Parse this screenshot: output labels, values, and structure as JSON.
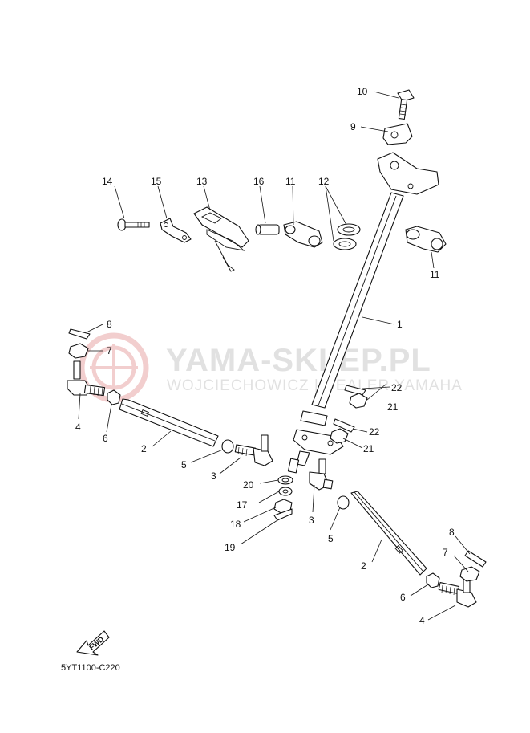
{
  "watermark": {
    "title": "YAMA-SKLEP.PL",
    "subtitle": "WOJCIECHOWICZ | DEALER YAMAHA",
    "logo_color": "#e8a7a7"
  },
  "diagram_code": "5YT1100-C220",
  "fwd_label": "FWD",
  "callouts": {
    "c1": "1",
    "c2a": "2",
    "c2b": "2",
    "c3a": "3",
    "c3b": "3",
    "c4a": "4",
    "c4b": "4",
    "c5a": "5",
    "c5b": "5",
    "c6a": "6",
    "c6b": "6",
    "c7a": "7",
    "c7b": "7",
    "c8a": "8",
    "c8b": "8",
    "c9": "9",
    "c10": "10",
    "c11a": "11",
    "c11b": "11",
    "c12": "12",
    "c13": "13",
    "c14": "14",
    "c15": "15",
    "c16": "16",
    "c17": "17",
    "c18": "18",
    "c19": "19",
    "c20": "20",
    "c21a": "21",
    "c21b": "21",
    "c22a": "22",
    "c22b": "22"
  }
}
